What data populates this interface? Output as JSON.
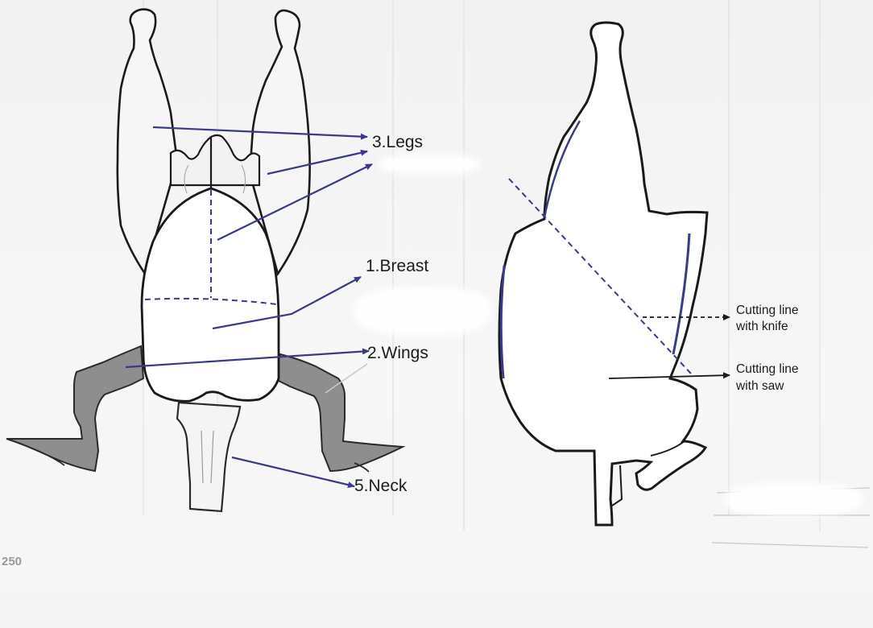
{
  "left_diagram": {
    "labels": {
      "legs": "3.Legs",
      "breast": "1.Breast",
      "wings": "2.Wings",
      "neck": "5.Neck"
    }
  },
  "right_diagram": {
    "labels": {
      "knife_line1": "Cutting line",
      "knife_line2": "with knife",
      "saw_line1": "Cutting line",
      "saw_line2": "with saw"
    }
  },
  "page": {
    "page_number": "250"
  },
  "colors": {
    "outline": "#1a1a1a",
    "arrow": "#3a3a8a",
    "wing_fill": "#8a8a8a",
    "body_fill": "#ffffff"
  }
}
